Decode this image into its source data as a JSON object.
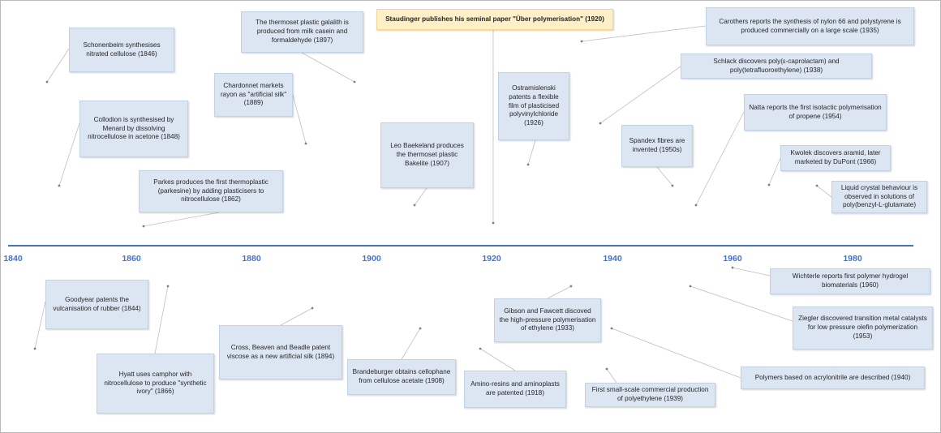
{
  "axis": {
    "years": [
      "1840",
      "1860",
      "1880",
      "1900",
      "1920",
      "1940",
      "1960",
      "1980"
    ],
    "color": "#4472c4"
  },
  "events": {
    "schonenbeim": "Schonenbeim synthesises nitrated cellulose (1846)",
    "collodion": "Collodion is synthesised by Menard by dissolving nitrocellulose in acetone (1848)",
    "parkes": "Parkes produces the first thermoplastic (parkesine) by adding plasticisers to nitrocellulose (1862)",
    "chardonnet": "Chardonnet markets rayon as \"artificial silk\" (1889)",
    "galalith": "The thermoset plastic galalith is produced from milk casein and formaldehyde (1897)",
    "bakelite": "Leo Baekeland produces the thermoset plastic Bakelite (1907)",
    "staudinger": "Staudinger publishes his seminal paper \"Über polymerisation\" (1920)",
    "ostromislenski": "Ostramislenski patents a flexible film of plasticised polyvinylchloride (1926)",
    "carothers": "Carothers reports the synthesis of nylon 66 and polystyrene is produced commercially on a large scale (1935)",
    "schlack": "Schlack discovers poly(ε-caprolactam) and poly(tetrafluoroethylene) (1938)",
    "spandex": "Spandex fibres are invented (1950s)",
    "natta": "Natta reports the first isotactic polymerisation of propene (1954)",
    "kwolek": "Kwolek discovers aramid, later marketed by DuPont (1966)",
    "liquid_crystal": "Liquid crystal behaviour is observed in solutions of poly(benzyl-L-glutamate)",
    "goodyear": "Goodyear patents the vulcanisation of rubber (1844)",
    "hyatt": "Hyatt uses camphor with nitrocellulose to produce \"synthetic ivory\" (1866)",
    "cross_beaven": "Cross, Beaven and Beadle patent viscose as a new artificial silk (1894)",
    "brandeburger": "Brandeburger obtains cellophane from cellulose acetate (1908)",
    "amino": "Amino-resins and aminoplasts are patented (1918)",
    "gibson": "Gibson and Fawcett discoved the high-pressure polymerisation of ethylene (1933)",
    "polyethylene": "First small-scale commercial production of polyethylene (1939)",
    "acrylonitrile": "Polymers based on acrylonitrile are described (1940)",
    "ziegler": "Ziegler discovered transition metal catalysts for low pressure olefin polymerization (1953)",
    "wichterle": "Wichterle reports first polymer hydrogel biomaterials (1960)"
  },
  "colors": {
    "box_fill": "#dce6f2",
    "highlight_fill": "#fdefc7",
    "axis": "#4a6fb4",
    "connector": "#bfbfbf"
  }
}
